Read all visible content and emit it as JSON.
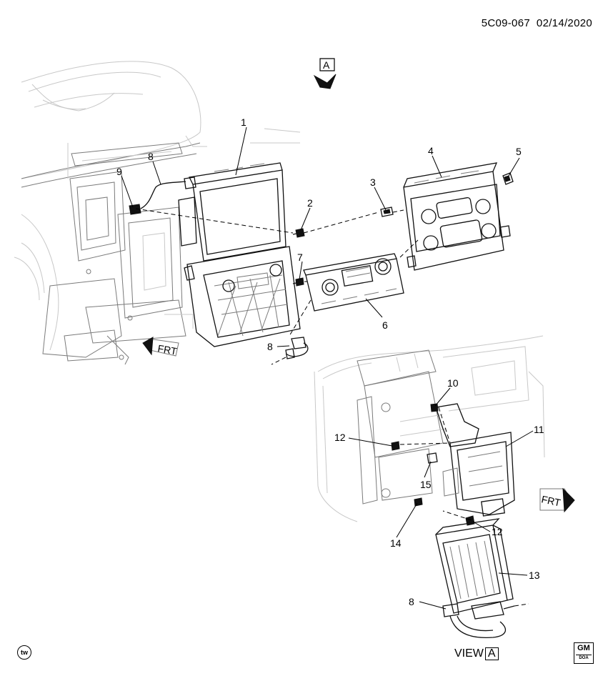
{
  "header": {
    "code": "5C09-067",
    "date": "02/14/2020"
  },
  "view_marker": {
    "letter": "A"
  },
  "callouts": {
    "c1": "1",
    "c2": "2",
    "c3": "3",
    "c4": "4",
    "c5": "5",
    "c6": "6",
    "c7": "7",
    "c8a": "8",
    "c8b": "8",
    "c8c": "8",
    "c9": "9",
    "c10": "10",
    "c11": "11",
    "c12a": "12",
    "c12b": "12",
    "c13": "13",
    "c14": "14",
    "c15": "15"
  },
  "arrows": {
    "frt_left": "FRT",
    "frt_right": "FRT"
  },
  "footer": {
    "view_text": "VIEW",
    "view_letter": "A",
    "tw_badge": "tw",
    "gm_logo": "GM",
    "gm_sub": "DOA"
  }
}
